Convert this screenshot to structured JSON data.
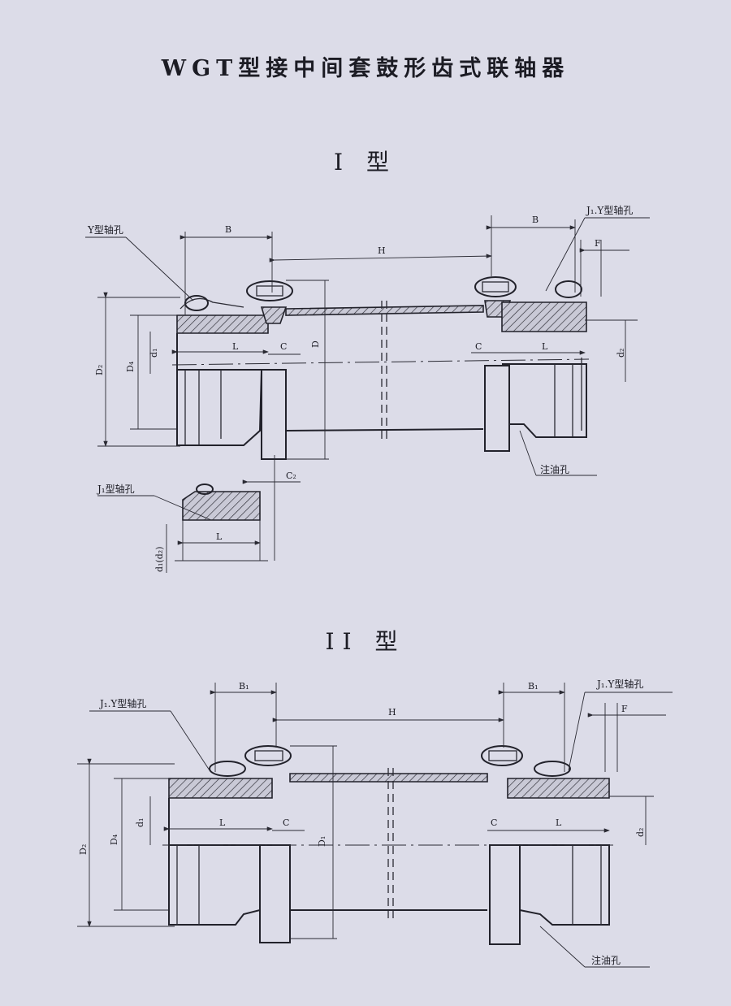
{
  "title": "WGT型接中间套鼓形齿式联轴器",
  "type1": {
    "heading": "I 型",
    "labels": {
      "y_bore": "Y型轴孔",
      "b_left": "B",
      "b_right": "B",
      "h": "H",
      "j1y_bore": "J₁.Y型轴孔",
      "f": "F",
      "d2_outer": "D₂",
      "d4": "D₄",
      "d1": "d₁",
      "l_left": "L",
      "c_left": "C",
      "d": "D",
      "c_right": "C",
      "l_right": "L",
      "d2_bore": "d₂",
      "oil_hole": "注油孔",
      "j1_bore": "J₁型轴孔",
      "c2": "C₂",
      "l_detail": "L",
      "d1d2": "d₁(d₂)"
    }
  },
  "type2": {
    "heading": "II 型",
    "labels": {
      "j1y_bore_left": "J₁.Y型轴孔",
      "b1_left": "B₁",
      "h": "H",
      "b1_right": "B₁",
      "j1y_bore_right": "J₁.Y型轴孔",
      "f": "F",
      "d2_outer": "D₂",
      "d4": "D₄",
      "d1": "d₁",
      "l_left": "L",
      "c_left": "C",
      "d1_sleeve": "D₁",
      "c_right": "C",
      "l_right": "L",
      "d2_bore": "d₂",
      "oil_hole": "注油孔"
    }
  }
}
